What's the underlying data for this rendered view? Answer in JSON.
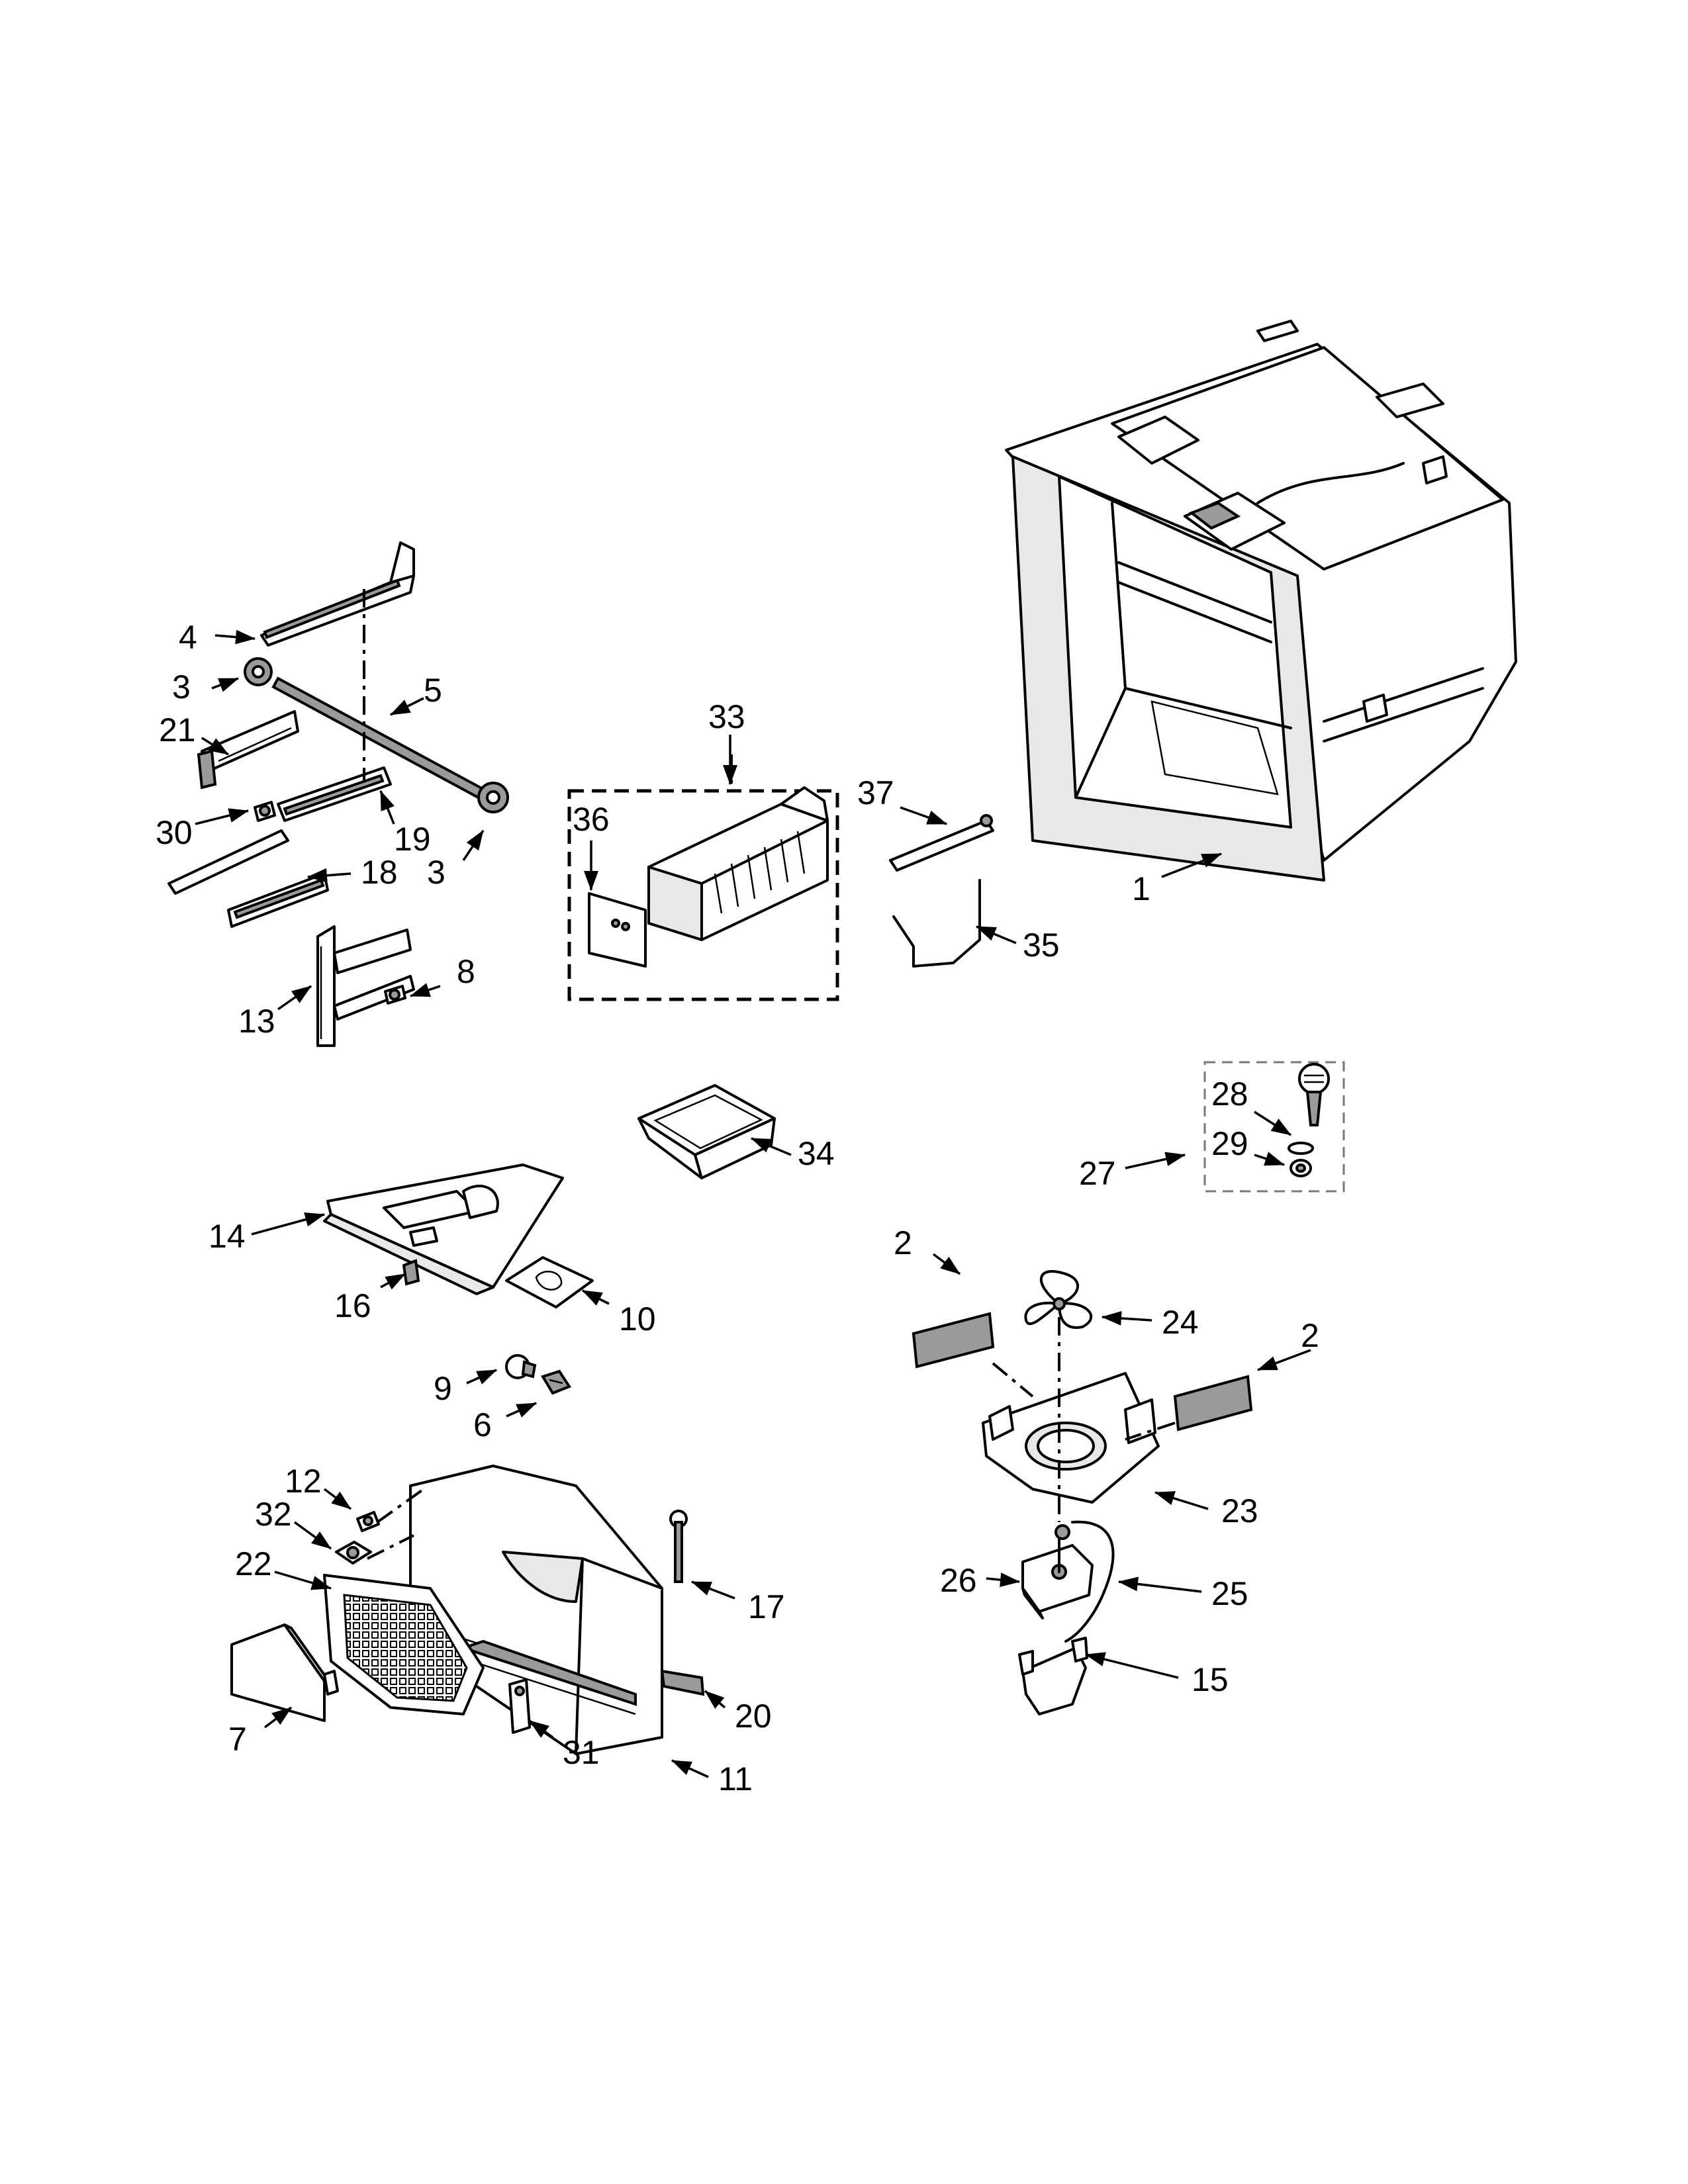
{
  "callouts": [
    {
      "id": "c1",
      "text": "1"
    },
    {
      "id": "c2a",
      "text": "2"
    },
    {
      "id": "c2b",
      "text": "2"
    },
    {
      "id": "c3a",
      "text": "3"
    },
    {
      "id": "c3b",
      "text": "3"
    },
    {
      "id": "c4",
      "text": "4"
    },
    {
      "id": "c5",
      "text": "5"
    },
    {
      "id": "c6",
      "text": "6"
    },
    {
      "id": "c7",
      "text": "7"
    },
    {
      "id": "c8",
      "text": "8"
    },
    {
      "id": "c9",
      "text": "9"
    },
    {
      "id": "c10",
      "text": "10"
    },
    {
      "id": "c11",
      "text": "11"
    },
    {
      "id": "c12",
      "text": "12"
    },
    {
      "id": "c13",
      "text": "13"
    },
    {
      "id": "c14",
      "text": "14"
    },
    {
      "id": "c15",
      "text": "15"
    },
    {
      "id": "c16",
      "text": "16"
    },
    {
      "id": "c17",
      "text": "17"
    },
    {
      "id": "c18",
      "text": "18"
    },
    {
      "id": "c19",
      "text": "19"
    },
    {
      "id": "c20",
      "text": "20"
    },
    {
      "id": "c21",
      "text": "21"
    },
    {
      "id": "c22",
      "text": "22"
    },
    {
      "id": "c23",
      "text": "23"
    },
    {
      "id": "c24",
      "text": "24"
    },
    {
      "id": "c25",
      "text": "25"
    },
    {
      "id": "c26",
      "text": "26"
    },
    {
      "id": "c27",
      "text": "27"
    },
    {
      "id": "c28",
      "text": "28"
    },
    {
      "id": "c29",
      "text": "29"
    },
    {
      "id": "c30",
      "text": "30"
    },
    {
      "id": "c31",
      "text": "31"
    },
    {
      "id": "c32",
      "text": "32"
    },
    {
      "id": "c33",
      "text": "33"
    },
    {
      "id": "c34",
      "text": "34"
    },
    {
      "id": "c35",
      "text": "35"
    },
    {
      "id": "c36",
      "text": "36"
    },
    {
      "id": "c37",
      "text": "37"
    }
  ]
}
